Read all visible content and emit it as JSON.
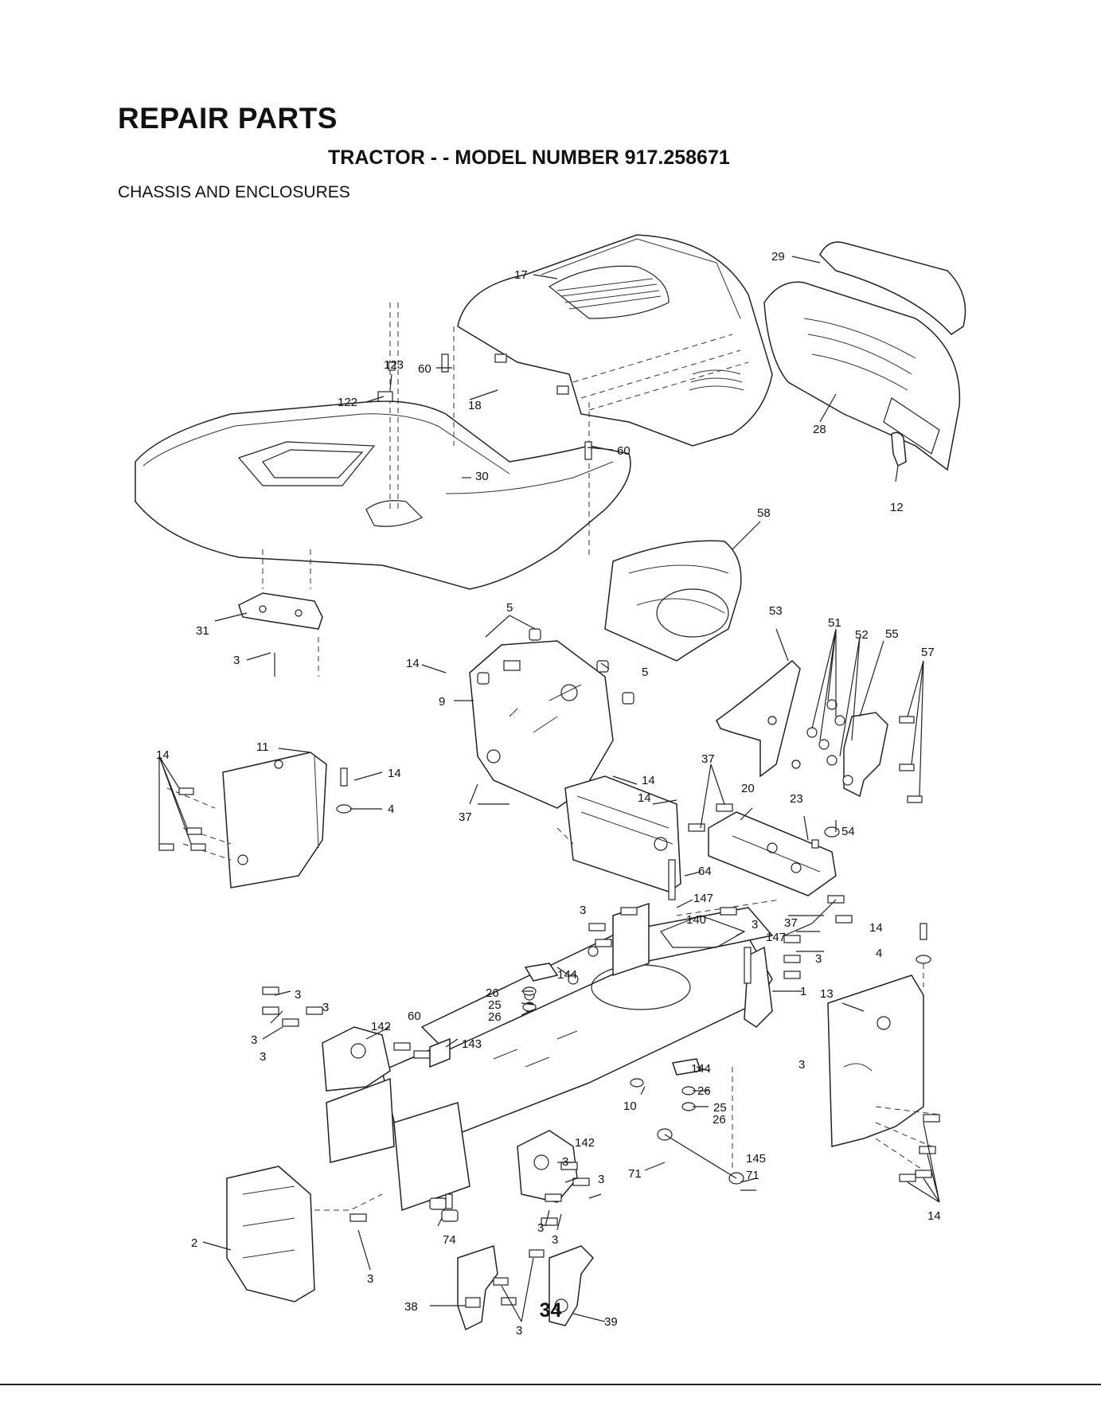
{
  "header": {
    "title": "REPAIR PARTS",
    "subtitle": "TRACTOR - - MODEL NUMBER 917.258671",
    "section": "CHASSIS AND ENCLOSURES"
  },
  "page_number": "34",
  "callouts": [
    {
      "id": "c17",
      "text": "17"
    },
    {
      "id": "c29",
      "text": "29"
    },
    {
      "id": "c123",
      "text": "123"
    },
    {
      "id": "c60a",
      "text": "60"
    },
    {
      "id": "c122",
      "text": "122"
    },
    {
      "id": "c18",
      "text": "18"
    },
    {
      "id": "c28",
      "text": "28"
    },
    {
      "id": "c60b",
      "text": "60"
    },
    {
      "id": "c30",
      "text": "30"
    },
    {
      "id": "c12",
      "text": "12"
    },
    {
      "id": "c58",
      "text": "58"
    },
    {
      "id": "c5a",
      "text": "5"
    },
    {
      "id": "c53",
      "text": "53"
    },
    {
      "id": "c51",
      "text": "51"
    },
    {
      "id": "c52",
      "text": "52"
    },
    {
      "id": "c55",
      "text": "55"
    },
    {
      "id": "c57",
      "text": "57"
    },
    {
      "id": "c31",
      "text": "31"
    },
    {
      "id": "c3a",
      "text": "3"
    },
    {
      "id": "c14a",
      "text": "14"
    },
    {
      "id": "c5b",
      "text": "5"
    },
    {
      "id": "c9",
      "text": "9"
    },
    {
      "id": "c11",
      "text": "11"
    },
    {
      "id": "c14b",
      "text": "14"
    },
    {
      "id": "c14c",
      "text": "14"
    },
    {
      "id": "c4a",
      "text": "4"
    },
    {
      "id": "c37a",
      "text": "37"
    },
    {
      "id": "c14d",
      "text": "14"
    },
    {
      "id": "c14e",
      "text": "14"
    },
    {
      "id": "c37b",
      "text": "37"
    },
    {
      "id": "c20",
      "text": "20"
    },
    {
      "id": "c23",
      "text": "23"
    },
    {
      "id": "c54",
      "text": "54"
    },
    {
      "id": "c64",
      "text": "64"
    },
    {
      "id": "c147a",
      "text": "147"
    },
    {
      "id": "c3b",
      "text": "3"
    },
    {
      "id": "c140",
      "text": "140"
    },
    {
      "id": "c3c",
      "text": "3"
    },
    {
      "id": "c37c",
      "text": "37"
    },
    {
      "id": "c14f",
      "text": "14"
    },
    {
      "id": "c147b",
      "text": "147"
    },
    {
      "id": "c4b",
      "text": "4"
    },
    {
      "id": "c3d",
      "text": "3"
    },
    {
      "id": "c144a",
      "text": "144"
    },
    {
      "id": "c1",
      "text": "1"
    },
    {
      "id": "c13",
      "text": "13"
    },
    {
      "id": "c26a",
      "text": "26"
    },
    {
      "id": "c25a",
      "text": "25"
    },
    {
      "id": "c26b",
      "text": "26"
    },
    {
      "id": "c3e",
      "text": "3"
    },
    {
      "id": "c3f",
      "text": "3"
    },
    {
      "id": "c60c",
      "text": "60"
    },
    {
      "id": "c142a",
      "text": "142"
    },
    {
      "id": "c3g",
      "text": "3"
    },
    {
      "id": "c3h",
      "text": "3"
    },
    {
      "id": "c143",
      "text": "143"
    },
    {
      "id": "c3i",
      "text": "3"
    },
    {
      "id": "c144b",
      "text": "144"
    },
    {
      "id": "c26c",
      "text": "26"
    },
    {
      "id": "c10",
      "text": "10"
    },
    {
      "id": "c25b",
      "text": "25"
    },
    {
      "id": "c26d",
      "text": "26"
    },
    {
      "id": "c142b",
      "text": "142"
    },
    {
      "id": "c3j",
      "text": "3"
    },
    {
      "id": "c71a",
      "text": "71"
    },
    {
      "id": "c145",
      "text": "145"
    },
    {
      "id": "c3k",
      "text": "3"
    },
    {
      "id": "c71b",
      "text": "71"
    },
    {
      "id": "c2",
      "text": "2"
    },
    {
      "id": "c3l",
      "text": "3"
    },
    {
      "id": "c3m",
      "text": "3"
    },
    {
      "id": "c74",
      "text": "74"
    },
    {
      "id": "c14g",
      "text": "14"
    },
    {
      "id": "c3n",
      "text": "3"
    },
    {
      "id": "c38",
      "text": "38"
    },
    {
      "id": "c3o",
      "text": "3"
    },
    {
      "id": "c39",
      "text": "39"
    }
  ]
}
